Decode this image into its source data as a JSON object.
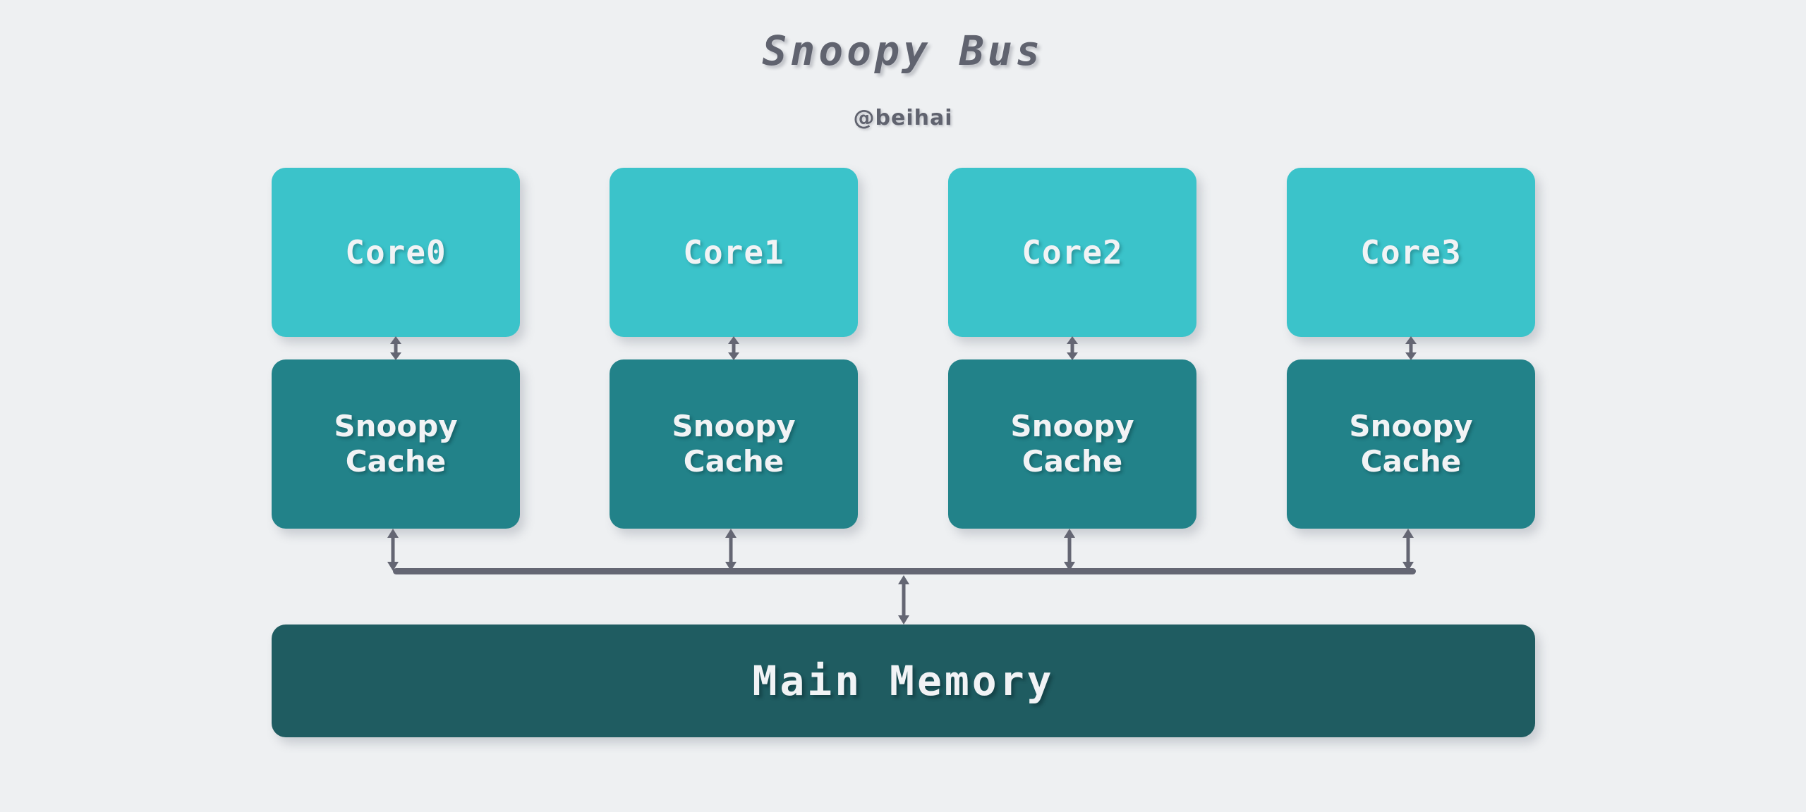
{
  "header": {
    "title": "Snoopy Bus",
    "subtitle": "@beihai"
  },
  "palette": {
    "background": "#eef0f2",
    "core_fill": "#3bc3ca",
    "cache_fill": "#228289",
    "memory_fill": "#1f5c61",
    "connector": "#646673",
    "title_text": "#60636f",
    "node_text": "#f1f3f5"
  },
  "diagram": {
    "type": "block-diagram",
    "cores": [
      {
        "label": "Core0"
      },
      {
        "label": "Core1"
      },
      {
        "label": "Core2"
      },
      {
        "label": "Core3"
      }
    ],
    "caches": [
      {
        "label": "Snoopy\nCache"
      },
      {
        "label": "Snoopy\nCache"
      },
      {
        "label": "Snoopy\nCache"
      },
      {
        "label": "Snoopy\nCache"
      }
    ],
    "memory": {
      "label": "Main Memory"
    },
    "bus": {
      "label": ""
    },
    "links": [
      {
        "from": "Core0",
        "to": "Snoopy Cache 0",
        "arrow": "double"
      },
      {
        "from": "Core1",
        "to": "Snoopy Cache 1",
        "arrow": "double"
      },
      {
        "from": "Core2",
        "to": "Snoopy Cache 2",
        "arrow": "double"
      },
      {
        "from": "Core3",
        "to": "Snoopy Cache 3",
        "arrow": "double"
      },
      {
        "from": "Snoopy Cache 0",
        "to": "Bus",
        "arrow": "double"
      },
      {
        "from": "Snoopy Cache 1",
        "to": "Bus",
        "arrow": "double"
      },
      {
        "from": "Snoopy Cache 2",
        "to": "Bus",
        "arrow": "double"
      },
      {
        "from": "Snoopy Cache 3",
        "to": "Bus",
        "arrow": "double"
      },
      {
        "from": "Bus",
        "to": "Main Memory",
        "arrow": "double"
      }
    ]
  }
}
